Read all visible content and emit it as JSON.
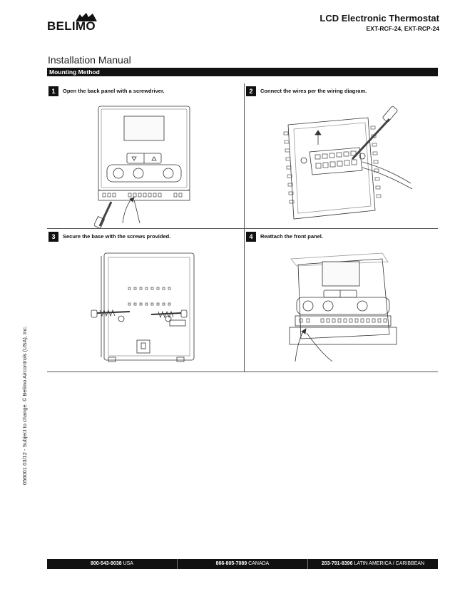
{
  "brand": {
    "name": "BELIMO",
    "logo_icon": "belimo-logo-mark"
  },
  "header": {
    "title": "LCD Electronic Thermostat",
    "models": "EXT-RCF-24, EXT-RCP-24"
  },
  "manual": {
    "title": "Installation Manual",
    "section": "Mounting Method"
  },
  "steps": [
    {
      "number": "1",
      "text": "Open the back panel with a screwdriver."
    },
    {
      "number": "2",
      "text": "Connect the wires per the wiring diagram."
    },
    {
      "number": "3",
      "text": "Secure the base with the screws provided."
    },
    {
      "number": "4",
      "text": "Reattach the front panel."
    }
  ],
  "sidebar": {
    "text": "056001 03/12 - Subject to change. © Belimo Aircontrols (USA), Inc."
  },
  "footer": [
    {
      "phone": "800-543-9038",
      "region": "USA"
    },
    {
      "phone": "866-805-7089",
      "region": "CANADA"
    },
    {
      "phone": "203-791-8396",
      "region": "LATIN AMERICA / CARIBBEAN"
    }
  ]
}
